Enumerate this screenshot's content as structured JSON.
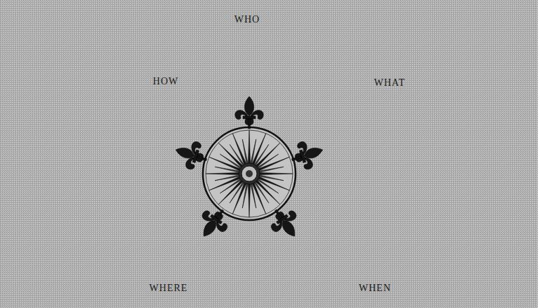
{
  "diagram": {
    "labels": [
      "WHO",
      "HOW",
      "WHAT",
      "WHERE",
      "WHEN"
    ]
  }
}
